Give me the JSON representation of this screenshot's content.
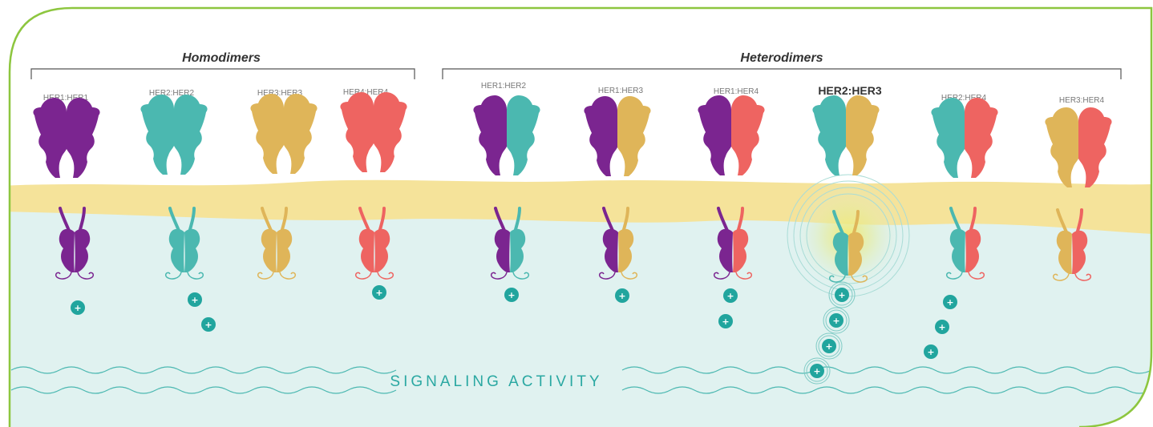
{
  "groups": {
    "homodimers": "Homodimers",
    "heterodimers": "Heterodimers"
  },
  "colors": {
    "HER1": "#7b2590",
    "HER2": "#4bb8b0",
    "HER3": "#dfb559",
    "HER4": "#ee6461",
    "membrane": "#f5e39a",
    "cytoplasm": "#e0f2f0",
    "frame": "#8dc63f",
    "signal": "#21a59e"
  },
  "dimers": [
    {
      "label": "HER1:HER1",
      "left": "HER1",
      "right": "HER1",
      "signals": 1,
      "featured": false
    },
    {
      "label": "HER2:HER2",
      "left": "HER2",
      "right": "HER2",
      "signals": 2,
      "featured": false
    },
    {
      "label": "HER3:HER3",
      "left": "HER3",
      "right": "HER3",
      "signals": 0,
      "featured": false
    },
    {
      "label": "HER4:HER4",
      "left": "HER4",
      "right": "HER4",
      "signals": 1,
      "featured": false
    },
    {
      "label": "HER1:HER2",
      "left": "HER1",
      "right": "HER2",
      "signals": 1,
      "featured": false
    },
    {
      "label": "HER1:HER3",
      "left": "HER1",
      "right": "HER3",
      "signals": 1,
      "featured": false
    },
    {
      "label": "HER1:HER4",
      "left": "HER1",
      "right": "HER4",
      "signals": 2,
      "featured": false
    },
    {
      "label": "HER2:HER3",
      "left": "HER2",
      "right": "HER3",
      "signals": 4,
      "featured": true
    },
    {
      "label": "HER2:HER4",
      "left": "HER2",
      "right": "HER4",
      "signals": 3,
      "featured": false
    },
    {
      "label": "HER3:HER4",
      "left": "HER3",
      "right": "HER4",
      "signals": 0,
      "featured": false
    }
  ],
  "signal_symbol": "+",
  "signaling_label": "SIGNALING ACTIVITY"
}
